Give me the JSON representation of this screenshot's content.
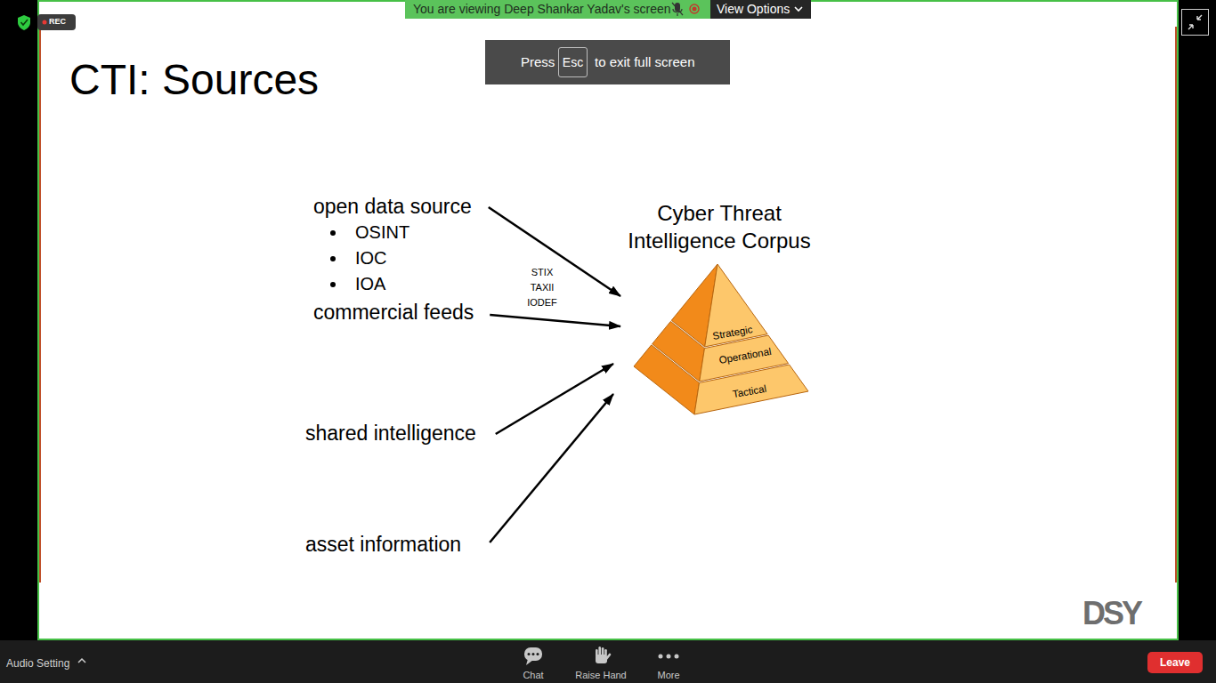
{
  "diagram": {
    "title": "CTI: Sources",
    "nodes": [
      {
        "text": [
          "open data source",
          "OSINT",
          "IOC",
          "IOA"
        ]
      },
      {
        "text": [
          "commercial feeds"
        ]
      },
      {
        "text": [
          "shared intelligence"
        ]
      },
      {
        "text": [
          "asset information"
        ]
      },
      {
        "text": [
          "Cyber Threat Intelligence Corpus"
        ]
      },
      {
        "text": [
          "Strategic"
        ],
        "in": 4
      },
      {
        "text": [
          "Operational"
        ],
        "in": 4
      },
      {
        "text": [
          "Tactical"
        ],
        "in": 4
      }
    ],
    "edges": [
      {
        "from": 0,
        "to": 4,
        "arrow": "to"
      },
      {
        "from": 1,
        "to": 4,
        "arrow": "to"
      },
      {
        "from": 2,
        "to": 4,
        "arrow": "to"
      },
      {
        "from": 3,
        "to": 4,
        "arrow": "to"
      }
    ],
    "labels": [
      "STIX",
      "TAXII",
      "IODEF",
      "DSY",
      "REC",
      "You are viewing Deep Shankar Yadav's screen",
      "View Options",
      "Press",
      "Esc",
      "to exit full screen",
      "Audio Setting",
      "Chat",
      "Raise Hand",
      "More",
      "Leave"
    ]
  }
}
